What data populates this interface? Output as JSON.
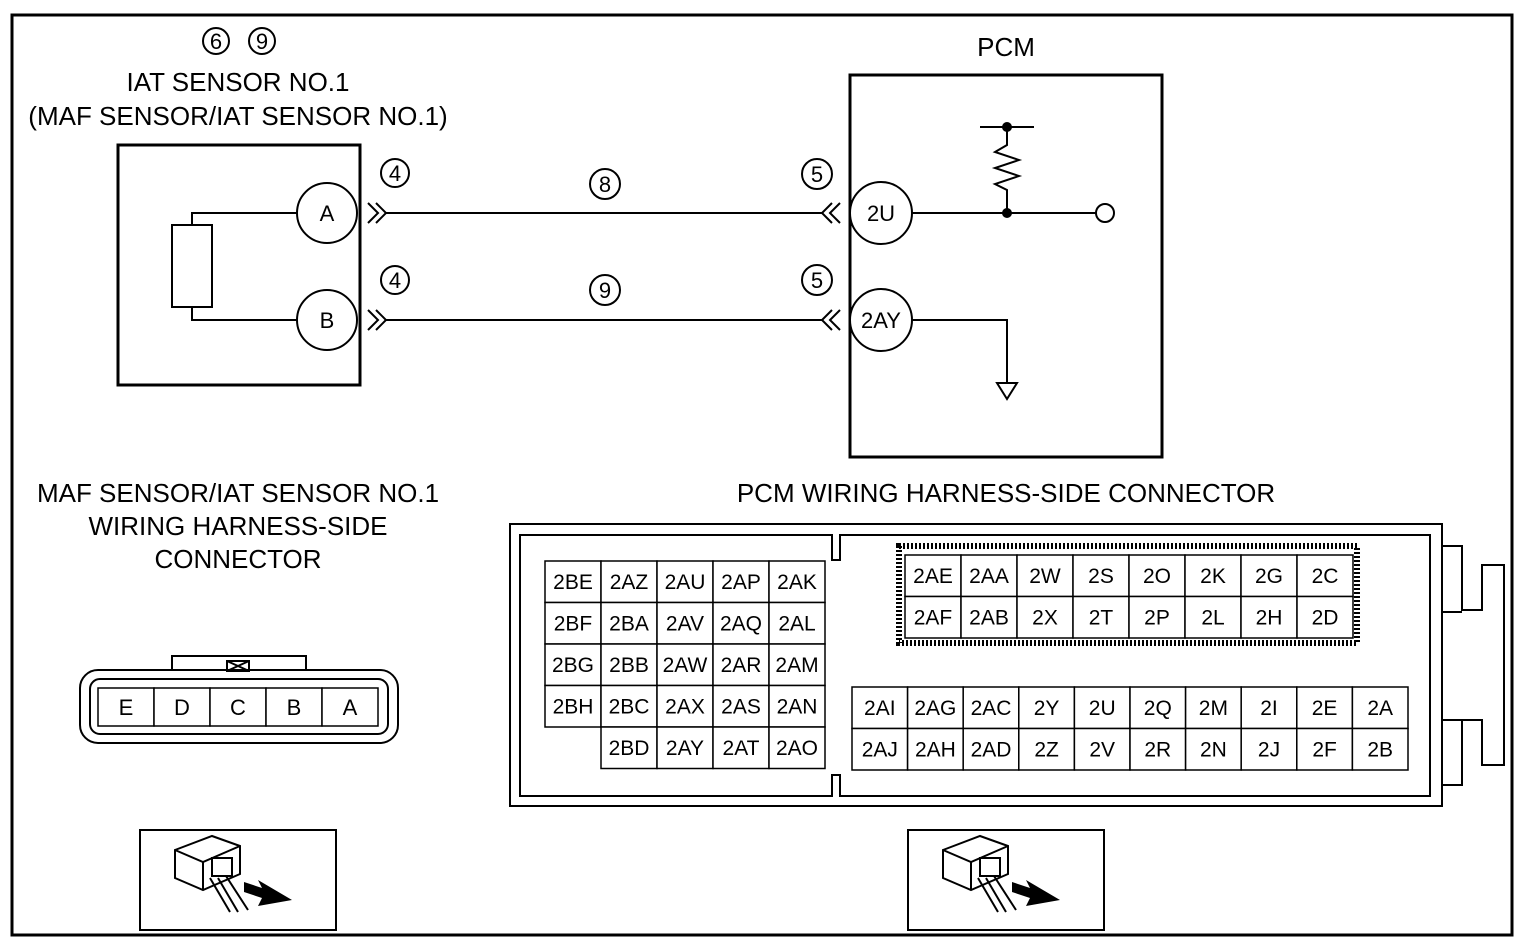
{
  "sensor": {
    "callouts_top": [
      "6",
      "9"
    ],
    "title": "IAT SENSOR NO.1",
    "subtitle": "(MAF SENSOR/IAT SENSOR NO.1)",
    "pins": [
      "A",
      "B"
    ],
    "connector_callouts": [
      "4",
      "4"
    ]
  },
  "pcm": {
    "title": "PCM",
    "pins": [
      "2U",
      "2AY"
    ],
    "connector_callouts": [
      "5",
      "5"
    ]
  },
  "wires": {
    "callouts": [
      "8",
      "9"
    ]
  },
  "left_connector": {
    "title_lines": [
      "MAF SENSOR/IAT SENSOR NO.1",
      "WIRING HARNESS-SIDE",
      "CONNECTOR"
    ],
    "pins": [
      "E",
      "D",
      "C",
      "B",
      "A"
    ]
  },
  "pcm_connector": {
    "title": "PCM WIRING HARNESS-SIDE CONNECTOR",
    "left_block": [
      [
        "2BE",
        "2AZ",
        "2AU",
        "2AP",
        "2AK"
      ],
      [
        "2BF",
        "2BA",
        "2AV",
        "2AQ",
        "2AL"
      ],
      [
        "2BG",
        "2BB",
        "2AW",
        "2AR",
        "2AM"
      ],
      [
        "2BH",
        "2BC",
        "2AX",
        "2AS",
        "2AN"
      ],
      [
        "",
        "2BD",
        "2AY",
        "2AT",
        "2AO"
      ]
    ],
    "top_block": [
      [
        "2AE",
        "2AA",
        "2W",
        "2S",
        "2O",
        "2K",
        "2G",
        "2C"
      ],
      [
        "2AF",
        "2AB",
        "2X",
        "2T",
        "2P",
        "2L",
        "2H",
        "2D"
      ]
    ],
    "bottom_block": [
      [
        "2AI",
        "2AG",
        "2AC",
        "2Y",
        "2U",
        "2Q",
        "2M",
        "2I",
        "2E",
        "2A"
      ],
      [
        "2AJ",
        "2AH",
        "2AD",
        "2Z",
        "2V",
        "2R",
        "2N",
        "2J",
        "2F",
        "2B"
      ]
    ]
  }
}
